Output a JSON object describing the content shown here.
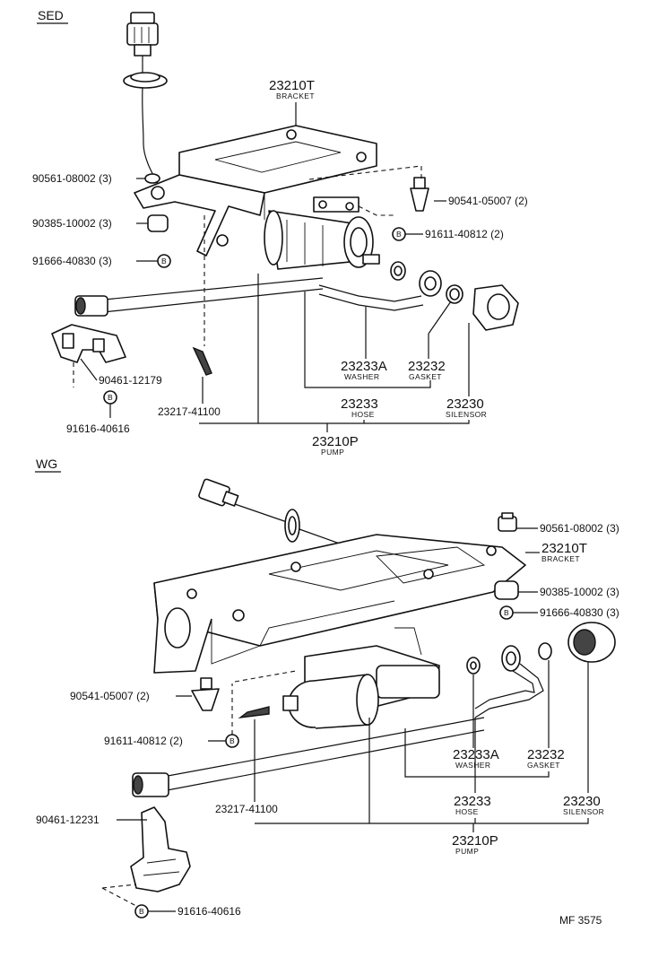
{
  "diagram": {
    "sections": [
      "SED",
      "WG"
    ],
    "code": "MF  3575",
    "b_marker": "B",
    "sed": {
      "top_number": "23210T",
      "top_sub": "BRACKET",
      "l1": "90561-08002 (3)",
      "l2": "90385-10002 (3)",
      "l3": "91666-40830 (3)",
      "r1": "90541-05007 (2)",
      "r2": "91611-40812 (2)",
      "clip": "90461-12179",
      "clip_b": "91616-40616",
      "screw": "23217-41100",
      "washer_num": "23233A",
      "washer_sub": "WASHER",
      "gasket_num": "23232",
      "gasket_sub": "GASKET",
      "hose_num": "23233",
      "hose_sub": "HOSE",
      "silensor_num": "23230",
      "silensor_sub": "SILENSOR",
      "pump_num": "23210P",
      "pump_sub": "PUMP"
    },
    "wg": {
      "r1": "90561-08002 (3)",
      "bracket_num": "23210T",
      "bracket_sub": "BRACKET",
      "r2": "90385-10002 (3)",
      "r3": "91666-40830 (3)",
      "l1": "90541-05007 (2)",
      "l2": "91611-40812 (2)",
      "screw": "23217-41100",
      "washer_num": "23233A",
      "washer_sub": "WASHER",
      "gasket_num": "23232",
      "gasket_sub": "GASKET",
      "hose_num": "23233",
      "hose_sub": "HOSE",
      "silensor_num": "23230",
      "silensor_sub": "SILENSOR",
      "pump_num": "23210P",
      "pump_sub": "PUMP",
      "clip": "90461-12231",
      "clip_b": "91616-40616"
    }
  }
}
